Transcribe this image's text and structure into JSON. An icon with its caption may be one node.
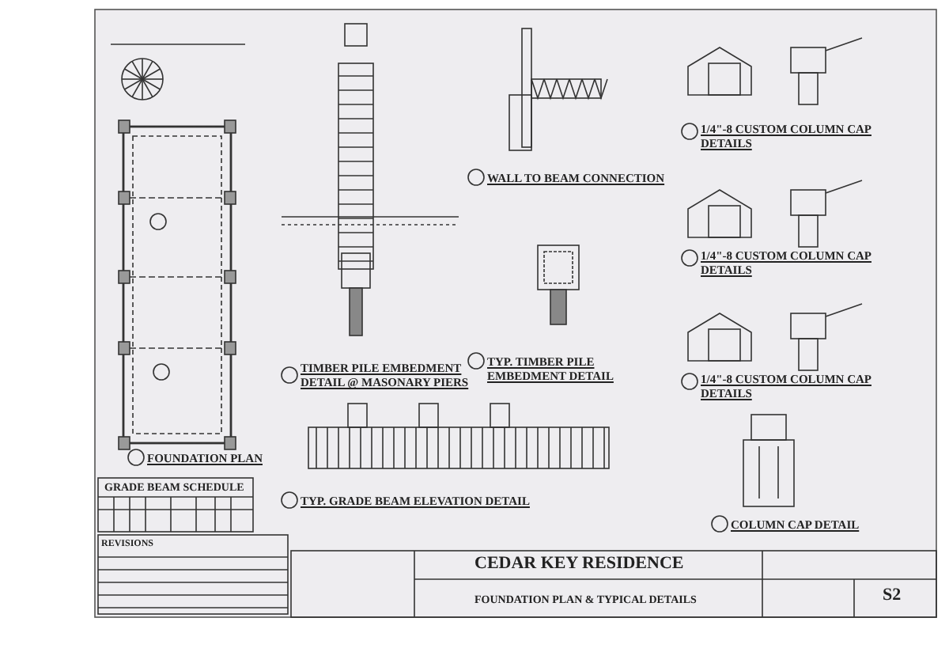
{
  "diagram": {
    "labels": [
      "FOUNDATION PLAN",
      "GRADE BEAM SCHEDULE",
      "REVISIONS",
      "TIMBER PILE EMBEDMENT DETAIL @ MASONARY PIERS",
      "WALL TO BEAM CONNECTION",
      "TYP. TIMBER PILE EMBEDMENT DETAIL",
      "TYP. GRADE BEAM ELEVATION DETAIL",
      "1/4\"-8 CUSTOM COLUMN CAP DETAILS",
      "1/4\"-8 CUSTOM COLUMN CAP DETAILS",
      "1/4\"-8 CUSTOM COLUMN CAP DETAILS",
      "COLUMN CAP DETAIL",
      "CEDAR KEY RESIDENCE",
      "FOUNDATION PLAN & TYPICAL DETAILS",
      "S2"
    ]
  }
}
